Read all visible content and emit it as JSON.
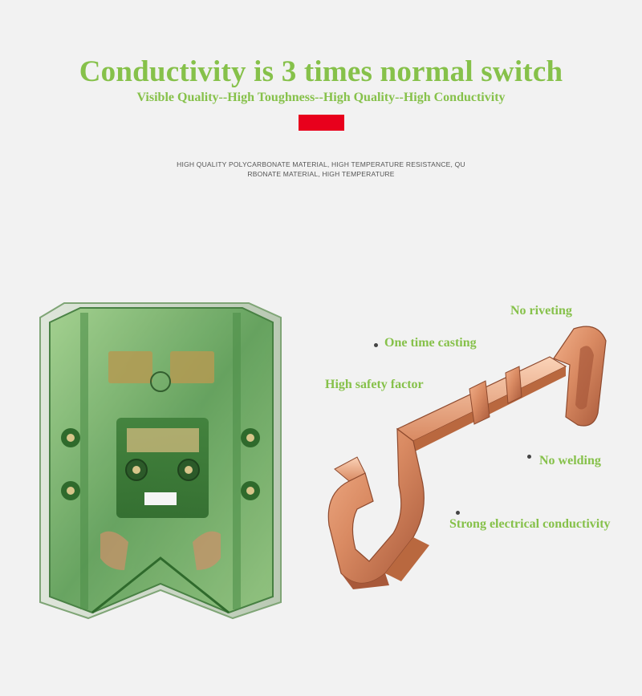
{
  "header": {
    "title": "Conductivity is 3 times normal switch",
    "subtitle": "Visible Quality--High Toughness--High Quality--High Conductivity",
    "description_line1": "HIGH QUALITY POLYCARBONATE MATERIAL, HIGH TEMPERATURE RESISTANCE, QU",
    "description_line2": "RBONATE MATERIAL, HIGH TEMPERATURE"
  },
  "colors": {
    "accent_green": "#86c14a",
    "accent_red": "#e8001c",
    "background": "#f2f2f2",
    "copper": "#d98a62"
  },
  "callouts": {
    "no_riveting": "No riveting",
    "one_time_casting": "One time casting",
    "high_safety_factor": "High safety factor",
    "no_welding": "No welding",
    "strong_conductivity": "Strong electrical conductivity"
  },
  "images": {
    "socket_icon": "transparent-green-socket-module",
    "copper_icon": "copper-conductor-clip"
  }
}
